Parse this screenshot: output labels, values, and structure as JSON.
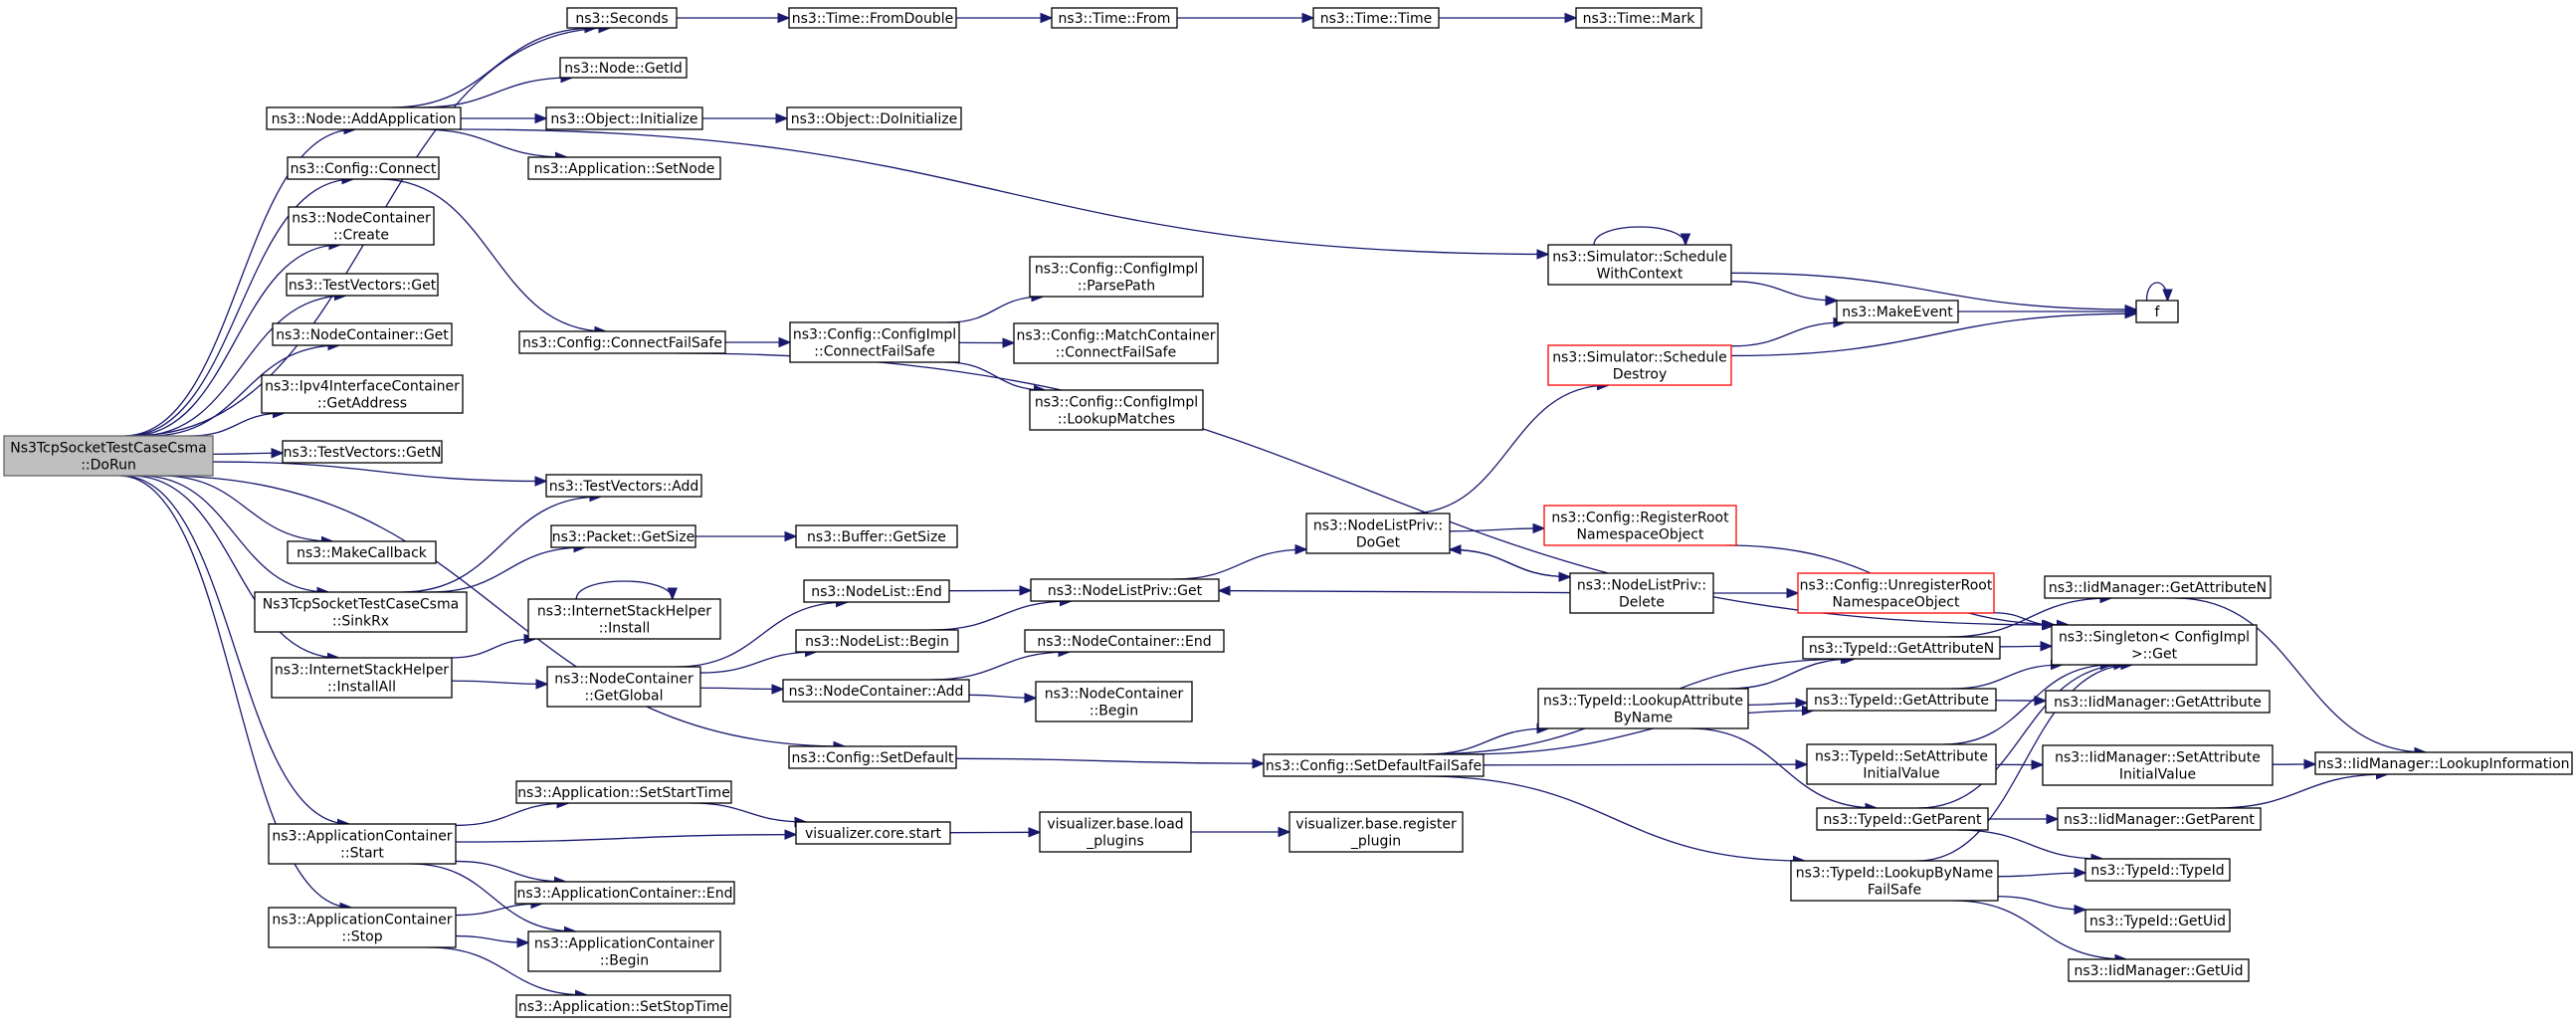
{
  "colors": {
    "edge": "#191970",
    "node_border": "#000000",
    "root_fill": "#bfbfbf",
    "root_border": "#666666",
    "highlight_border": "#ff0000",
    "background": "#ffffff"
  },
  "nodes": [
    {
      "id": "root",
      "lines": [
        "Ns3TcpSocketTestCaseCsma",
        "::DoRun"
      ],
      "style": "root"
    },
    {
      "id": "seconds",
      "lines": [
        "ns3::Seconds"
      ]
    },
    {
      "id": "fromdouble",
      "lines": [
        "ns3::Time::FromDouble"
      ]
    },
    {
      "id": "from",
      "lines": [
        "ns3::Time::From"
      ]
    },
    {
      "id": "time",
      "lines": [
        "ns3::Time::Time"
      ]
    },
    {
      "id": "mark",
      "lines": [
        "ns3::Time::Mark"
      ]
    },
    {
      "id": "nodegetid",
      "lines": [
        "ns3::Node::GetId"
      ]
    },
    {
      "id": "addapp",
      "lines": [
        "ns3::Node::AddApplication"
      ]
    },
    {
      "id": "objinit",
      "lines": [
        "ns3::Object::Initialize"
      ]
    },
    {
      "id": "objdoinit",
      "lines": [
        "ns3::Object::DoInitialize"
      ]
    },
    {
      "id": "appsetnode",
      "lines": [
        "ns3::Application::SetNode"
      ]
    },
    {
      "id": "cfgconnect",
      "lines": [
        "ns3::Config::Connect"
      ]
    },
    {
      "id": "nccreate",
      "lines": [
        "ns3::NodeContainer",
        "::Create"
      ]
    },
    {
      "id": "tvget",
      "lines": [
        "ns3::TestVectors::Get"
      ]
    },
    {
      "id": "ncget",
      "lines": [
        "ns3::NodeContainer::Get"
      ]
    },
    {
      "id": "ipv4getaddr",
      "lines": [
        "ns3::Ipv4InterfaceContainer",
        "::GetAddress"
      ]
    },
    {
      "id": "tvgetn",
      "lines": [
        "ns3::TestVectors::GetN"
      ]
    },
    {
      "id": "tvadd",
      "lines": [
        "ns3::TestVectors::Add"
      ]
    },
    {
      "id": "makecb",
      "lines": [
        "ns3::MakeCallback"
      ]
    },
    {
      "id": "sinkrx",
      "lines": [
        "Ns3TcpSocketTestCaseCsma",
        "::SinkRx"
      ]
    },
    {
      "id": "installall",
      "lines": [
        "ns3::InternetStackHelper",
        "::InstallAll"
      ]
    },
    {
      "id": "appcstart",
      "lines": [
        "ns3::ApplicationContainer",
        "::Start"
      ]
    },
    {
      "id": "appcstop",
      "lines": [
        "ns3::ApplicationContainer",
        "::Stop"
      ]
    },
    {
      "id": "cfgconnfs",
      "lines": [
        "ns3::Config::ConnectFailSafe"
      ]
    },
    {
      "id": "pktgetsize",
      "lines": [
        "ns3::Packet::GetSize"
      ]
    },
    {
      "id": "ishinstall",
      "lines": [
        "ns3::InternetStackHelper",
        "::Install"
      ]
    },
    {
      "id": "ncgetglobal",
      "lines": [
        "ns3::NodeContainer",
        "::GetGlobal"
      ]
    },
    {
      "id": "appsetstart",
      "lines": [
        "ns3::Application::SetStartTime"
      ]
    },
    {
      "id": "appcend",
      "lines": [
        "ns3::ApplicationContainer::End"
      ]
    },
    {
      "id": "appcbegin",
      "lines": [
        "ns3::ApplicationContainer",
        "::Begin"
      ]
    },
    {
      "id": "appsetstop",
      "lines": [
        "ns3::Application::SetStopTime"
      ]
    },
    {
      "id": "cfgimplcfs",
      "lines": [
        "ns3::Config::ConfigImpl",
        "::ConnectFailSafe"
      ]
    },
    {
      "id": "bufgetsize",
      "lines": [
        "ns3::Buffer::GetSize"
      ]
    },
    {
      "id": "nlend",
      "lines": [
        "ns3::NodeList::End"
      ]
    },
    {
      "id": "nlbegin",
      "lines": [
        "ns3::NodeList::Begin"
      ]
    },
    {
      "id": "ncadd",
      "lines": [
        "ns3::NodeContainer::Add"
      ]
    },
    {
      "id": "cfgsetdefault",
      "lines": [
        "ns3::Config::SetDefault"
      ]
    },
    {
      "id": "vizstart",
      "lines": [
        "visualizer.core.start"
      ]
    },
    {
      "id": "parsepath",
      "lines": [
        "ns3::Config::ConfigImpl",
        "::ParsePath"
      ]
    },
    {
      "id": "mccfs",
      "lines": [
        "ns3::Config::MatchContainer",
        "::ConnectFailSafe"
      ]
    },
    {
      "id": "lookupmatches",
      "lines": [
        "ns3::Config::ConfigImpl",
        "::LookupMatches"
      ]
    },
    {
      "id": "nlpget",
      "lines": [
        "ns3::NodeListPriv::Get"
      ]
    },
    {
      "id": "ncend",
      "lines": [
        "ns3::NodeContainer::End"
      ]
    },
    {
      "id": "ncbegin",
      "lines": [
        "ns3::NodeContainer",
        "::Begin"
      ]
    },
    {
      "id": "vizload",
      "lines": [
        "visualizer.base.load",
        "_plugins"
      ]
    },
    {
      "id": "nlpdoget",
      "lines": [
        "ns3::NodeListPriv::",
        "DoGet"
      ]
    },
    {
      "id": "setdefaultfs",
      "lines": [
        "ns3::Config::SetDefaultFailSafe"
      ]
    },
    {
      "id": "vizreg",
      "lines": [
        "visualizer.base.register",
        "_plugin"
      ]
    },
    {
      "id": "schedctx",
      "lines": [
        "ns3::Simulator::Schedule",
        "WithContext"
      ]
    },
    {
      "id": "scheddestroy",
      "lines": [
        "ns3::Simulator::Schedule",
        "Destroy"
      ],
      "style": "red"
    },
    {
      "id": "cfgregroot",
      "lines": [
        "ns3::Config::RegisterRoot",
        "NamespaceObject"
      ],
      "style": "red"
    },
    {
      "id": "nlpdelete",
      "lines": [
        "ns3::NodeListPriv::",
        "Delete"
      ]
    },
    {
      "id": "lookupattr",
      "lines": [
        "ns3::TypeId::LookupAttribute",
        "ByName"
      ]
    },
    {
      "id": "makeevent",
      "lines": [
        "ns3::MakeEvent"
      ]
    },
    {
      "id": "cfgunreg",
      "lines": [
        "ns3::Config::UnregisterRoot",
        "NamespaceObject"
      ],
      "style": "red"
    },
    {
      "id": "tidgetattrn",
      "lines": [
        "ns3::TypeId::GetAttributeN"
      ]
    },
    {
      "id": "tidgetattr",
      "lines": [
        "ns3::TypeId::GetAttribute"
      ]
    },
    {
      "id": "tidsetattriv",
      "lines": [
        "ns3::TypeId::SetAttribute",
        "InitialValue"
      ]
    },
    {
      "id": "tidgetparent",
      "lines": [
        "ns3::TypeId::GetParent"
      ]
    },
    {
      "id": "tidlookupfs",
      "lines": [
        "ns3::TypeId::LookupByName",
        "FailSafe"
      ]
    },
    {
      "id": "f",
      "lines": [
        "f"
      ]
    },
    {
      "id": "singleton",
      "lines": [
        "ns3::Singleton< ConfigImpl",
        " >::Get"
      ]
    },
    {
      "id": "iidgetattrn",
      "lines": [
        "ns3::IidManager::GetAttributeN"
      ]
    },
    {
      "id": "iidgetattr",
      "lines": [
        "ns3::IidManager::GetAttribute"
      ]
    },
    {
      "id": "iidsetattriv",
      "lines": [
        "ns3::IidManager::SetAttribute",
        "InitialValue"
      ]
    },
    {
      "id": "iidgetparent",
      "lines": [
        "ns3::IidManager::GetParent"
      ]
    },
    {
      "id": "tidtypeid",
      "lines": [
        "ns3::TypeId::TypeId"
      ]
    },
    {
      "id": "tidgetuid",
      "lines": [
        "ns3::TypeId::GetUid"
      ]
    },
    {
      "id": "iidgetuid",
      "lines": [
        "ns3::IidManager::GetUid"
      ]
    },
    {
      "id": "iidlookupinfo",
      "lines": [
        "ns3::IidManager::LookupInformation"
      ]
    }
  ],
  "edges": [
    [
      "root",
      "seconds"
    ],
    [
      "root",
      "addapp"
    ],
    [
      "root",
      "cfgconnect"
    ],
    [
      "root",
      "nccreate"
    ],
    [
      "root",
      "tvget"
    ],
    [
      "root",
      "ncget"
    ],
    [
      "root",
      "ipv4getaddr"
    ],
    [
      "root",
      "tvgetn"
    ],
    [
      "root",
      "tvadd"
    ],
    [
      "root",
      "makecb"
    ],
    [
      "root",
      "sinkrx"
    ],
    [
      "root",
      "installall"
    ],
    [
      "root",
      "cfgsetdefault"
    ],
    [
      "root",
      "appcstart"
    ],
    [
      "root",
      "appcstop"
    ],
    [
      "seconds",
      "fromdouble"
    ],
    [
      "fromdouble",
      "from"
    ],
    [
      "from",
      "time"
    ],
    [
      "time",
      "mark"
    ],
    [
      "addapp",
      "seconds"
    ],
    [
      "addapp",
      "nodegetid"
    ],
    [
      "addapp",
      "objinit"
    ],
    [
      "addapp",
      "appsetnode"
    ],
    [
      "addapp",
      "schedctx"
    ],
    [
      "objinit",
      "objdoinit"
    ],
    [
      "cfgconnect",
      "cfgconnfs"
    ],
    [
      "cfgconnfs",
      "cfgimplcfs"
    ],
    [
      "cfgconnfs",
      "singleton"
    ],
    [
      "cfgimplcfs",
      "parsepath"
    ],
    [
      "cfgimplcfs",
      "mccfs"
    ],
    [
      "cfgimplcfs",
      "lookupmatches"
    ],
    [
      "sinkrx",
      "tvadd"
    ],
    [
      "sinkrx",
      "pktgetsize"
    ],
    [
      "pktgetsize",
      "bufgetsize"
    ],
    [
      "installall",
      "ishinstall"
    ],
    [
      "installall",
      "ncgetglobal"
    ],
    [
      "ishinstall",
      "ishinstall"
    ],
    [
      "ncgetglobal",
      "nlend"
    ],
    [
      "ncgetglobal",
      "nlbegin"
    ],
    [
      "ncgetglobal",
      "ncadd"
    ],
    [
      "nlend",
      "nlpget"
    ],
    [
      "nlbegin",
      "nlpget"
    ],
    [
      "ncadd",
      "ncend"
    ],
    [
      "ncadd",
      "ncbegin"
    ],
    [
      "nlpget",
      "nlpdoget"
    ],
    [
      "nlpdoget",
      "scheddestroy"
    ],
    [
      "nlpdoget",
      "cfgregroot"
    ],
    [
      "nlpdoget",
      "nlpdelete"
    ],
    [
      "nlpdelete",
      "nlpget"
    ],
    [
      "nlpdelete",
      "nlpdoget"
    ],
    [
      "nlpdelete",
      "cfgunreg"
    ],
    [
      "cfgregroot",
      "singleton"
    ],
    [
      "cfgunreg",
      "singleton"
    ],
    [
      "schedctx",
      "schedctx"
    ],
    [
      "schedctx",
      "makeevent"
    ],
    [
      "schedctx",
      "f"
    ],
    [
      "scheddestroy",
      "makeevent"
    ],
    [
      "scheddestroy",
      "f"
    ],
    [
      "makeevent",
      "f"
    ],
    [
      "f",
      "f"
    ],
    [
      "cfgsetdefault",
      "setdefaultfs"
    ],
    [
      "setdefaultfs",
      "lookupattr"
    ],
    [
      "setdefaultfs",
      "tidgetattrn"
    ],
    [
      "setdefaultfs",
      "tidgetattr"
    ],
    [
      "setdefaultfs",
      "tidsetattriv"
    ],
    [
      "setdefaultfs",
      "tidlookupfs"
    ],
    [
      "lookupattr",
      "tidgetattrn"
    ],
    [
      "lookupattr",
      "tidgetattr"
    ],
    [
      "lookupattr",
      "tidgetparent"
    ],
    [
      "tidgetattrn",
      "singleton"
    ],
    [
      "tidgetattrn",
      "iidgetattrn"
    ],
    [
      "tidgetattr",
      "singleton"
    ],
    [
      "tidgetattr",
      "iidgetattr"
    ],
    [
      "tidsetattriv",
      "singleton"
    ],
    [
      "tidsetattriv",
      "iidsetattriv"
    ],
    [
      "tidgetparent",
      "singleton"
    ],
    [
      "tidgetparent",
      "iidgetparent"
    ],
    [
      "tidgetparent",
      "tidtypeid"
    ],
    [
      "tidlookupfs",
      "singleton"
    ],
    [
      "tidlookupfs",
      "tidtypeid"
    ],
    [
      "tidlookupfs",
      "tidgetuid"
    ],
    [
      "tidlookupfs",
      "iidgetuid"
    ],
    [
      "iidgetattrn",
      "iidlookupinfo"
    ],
    [
      "iidsetattriv",
      "iidlookupinfo"
    ],
    [
      "iidgetparent",
      "iidlookupinfo"
    ],
    [
      "appcstart",
      "appsetstart"
    ],
    [
      "appcstart",
      "vizstart"
    ],
    [
      "appcstart",
      "appcend"
    ],
    [
      "appcstart",
      "appcbegin"
    ],
    [
      "appsetstart",
      "vizstart"
    ],
    [
      "vizstart",
      "vizload"
    ],
    [
      "vizload",
      "vizreg"
    ],
    [
      "appcstop",
      "appcend"
    ],
    [
      "appcstop",
      "appcbegin"
    ],
    [
      "appcstop",
      "appsetstop"
    ]
  ]
}
